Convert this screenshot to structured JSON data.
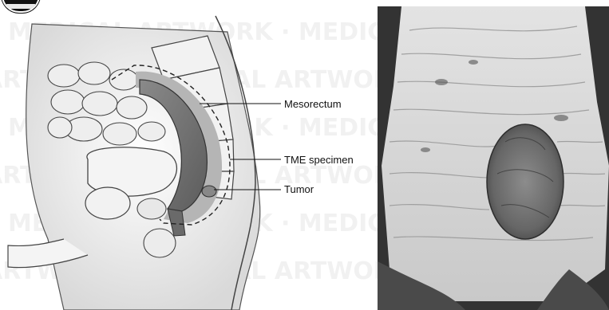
{
  "illustration": {
    "labels": {
      "mesorectum": "Mesorectum",
      "tme_specimen": "TME specimen",
      "tumor": "Tumor"
    }
  },
  "colors": {
    "rectum_tone": "#6f6f6f",
    "bone_tone": "#f2f2f2",
    "photo_mucosa": "#d7d7d7",
    "photo_tumor": "#7a7a7a"
  }
}
